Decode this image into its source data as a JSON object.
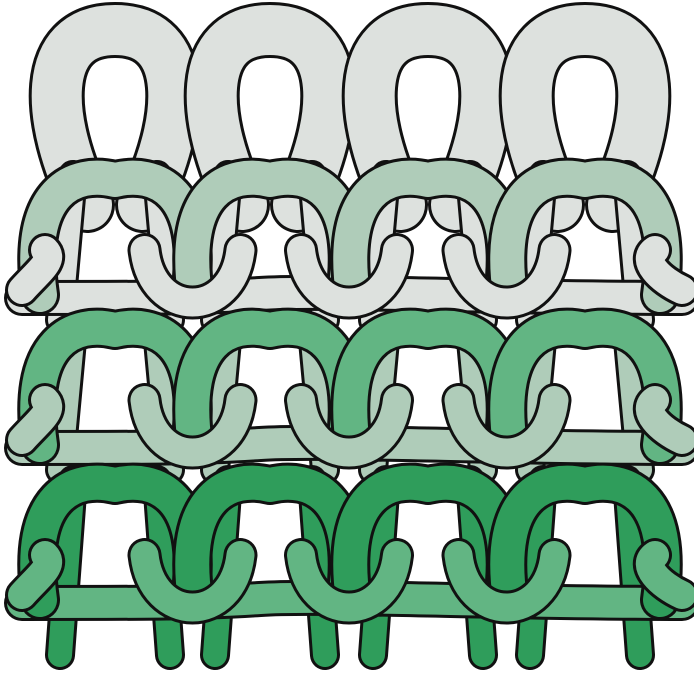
{
  "diagram": {
    "kind": "knit-stitch-structure",
    "rows": 4,
    "columns": 4,
    "row_colors": [
      "#DDE1DE",
      "#AFCCB9",
      "#62B583",
      "#2F9D5B"
    ],
    "outline_color": "#111111"
  }
}
